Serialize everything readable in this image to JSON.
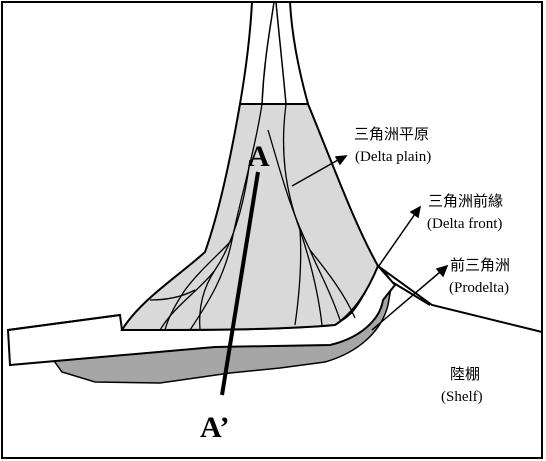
{
  "diagram": {
    "section_start": "A",
    "section_end": "A’",
    "labels": {
      "delta_plain_zh": "三角洲平原",
      "delta_plain_en": "(Delta plain)",
      "delta_front_zh": "三角洲前緣",
      "delta_front_en": "(Delta front)",
      "prodelta_zh": "前三角洲",
      "prodelta_en": "(Prodelta)",
      "shelf_zh": "陸棚",
      "shelf_en": "(Shelf)"
    },
    "colors": {
      "delta_plain_fill": "#d9d9d9",
      "prodelta_fill": "#a6a6a6",
      "line": "#000000",
      "background": "#ffffff"
    }
  }
}
